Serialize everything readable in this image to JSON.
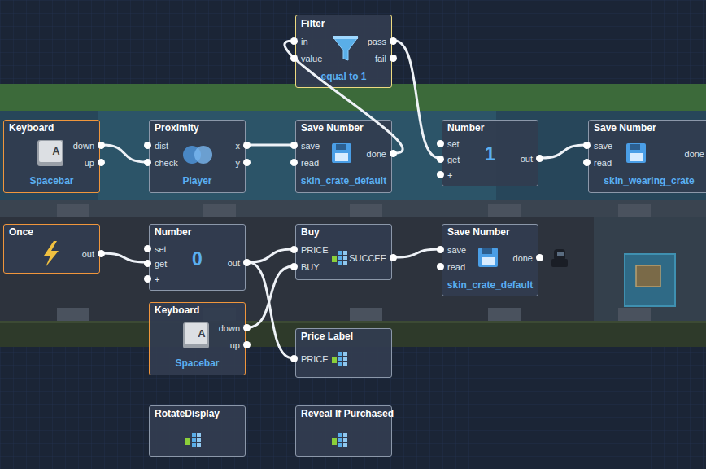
{
  "diagram": {
    "nodes": [
      {
        "text": [
          "Filter",
          "in",
          "value",
          "pass",
          "fail",
          "equal to 1"
        ]
      },
      {
        "text": [
          "Keyboard",
          "down",
          "up",
          "A",
          "Spacebar"
        ]
      },
      {
        "text": [
          "Proximity",
          "dist",
          "check",
          "x",
          "y",
          "Player"
        ]
      },
      {
        "text": [
          "Save Number",
          "save",
          "read",
          "done",
          "skin_crate_default"
        ]
      },
      {
        "text": [
          "Number",
          "set",
          "get",
          "+",
          "1",
          "out"
        ]
      },
      {
        "text": [
          "Save Number",
          "save",
          "read",
          "done",
          "skin_wearing_crate"
        ]
      },
      {
        "text": [
          "Once",
          "out"
        ]
      },
      {
        "text": [
          "Number",
          "set",
          "get",
          "+",
          "0",
          "out"
        ]
      },
      {
        "text": [
          "Buy",
          "PRICE",
          "BUY",
          "SUCCEE"
        ]
      },
      {
        "text": [
          "Save Number",
          "save",
          "read",
          "done",
          "skin_crate_default"
        ]
      },
      {
        "text": [
          "Keyboard",
          "down",
          "up",
          "A",
          "Spacebar"
        ]
      },
      {
        "text": [
          "Price Label",
          "PRICE"
        ]
      },
      {
        "text": [
          "RotateDisplay"
        ]
      },
      {
        "text": [
          "Reveal If Purchased"
        ]
      }
    ],
    "edges": [
      {
        "from": 1,
        "to": 2,
        "arrow": "none"
      },
      {
        "from": 2,
        "to": 3,
        "arrow": "none"
      },
      {
        "from": 3,
        "to": 0,
        "arrow": "none"
      },
      {
        "from": 0,
        "to": 4,
        "arrow": "none"
      },
      {
        "from": 4,
        "to": 5,
        "arrow": "none"
      },
      {
        "from": 6,
        "to": 7,
        "arrow": "none"
      },
      {
        "from": 7,
        "to": 8,
        "arrow": "none"
      },
      {
        "from": 7,
        "to": 11,
        "arrow": "none"
      },
      {
        "from": 10,
        "to": 8,
        "arrow": "none"
      },
      {
        "from": 8,
        "to": 9,
        "arrow": "none"
      }
    ]
  }
}
